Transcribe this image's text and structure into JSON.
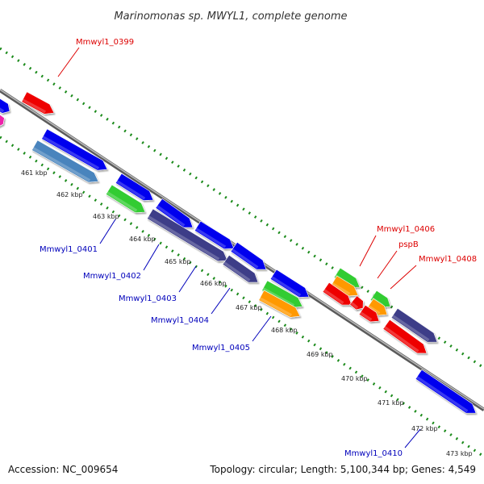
{
  "title": "Marinomonas sp. MWYL1, complete genome",
  "footer": {
    "accession": "Accession: NC_009654",
    "summary": "Topology: circular; Length: 5,100,344 bp; Genes: 4,549"
  },
  "colors": {
    "backbone": "#8c8c8c",
    "ticks": "#1a8a1a",
    "label_forward": "#dd0000",
    "label_reverse": "#0000bb",
    "blue": "#0000ee",
    "steel": "#4a84bd",
    "green": "#33cc33",
    "indigo": "#3d3d88",
    "red": "#ee0000",
    "orange": "#ff9900",
    "magenta": "#ee22aa"
  },
  "scale_labels": [
    "461 kbp",
    "462 kbp",
    "463 kbp",
    "464 kbp",
    "465 kbp",
    "466 kbp",
    "467 kbp",
    "468 kbp",
    "469 kbp",
    "470 kbp",
    "471 kbp",
    "472 kbp",
    "473 kbp"
  ],
  "labels": {
    "forward": [
      "Mmwyl1_0399",
      "Mmwyl1_0406",
      "pspB",
      "Mmwyl1_0408"
    ],
    "reverse": [
      "Mmwyl1_0401",
      "Mmwyl1_0402",
      "Mmwyl1_0403",
      "Mmwyl1_0404",
      "Mmwyl1_0405",
      "Mmwyl1_0410"
    ]
  }
}
